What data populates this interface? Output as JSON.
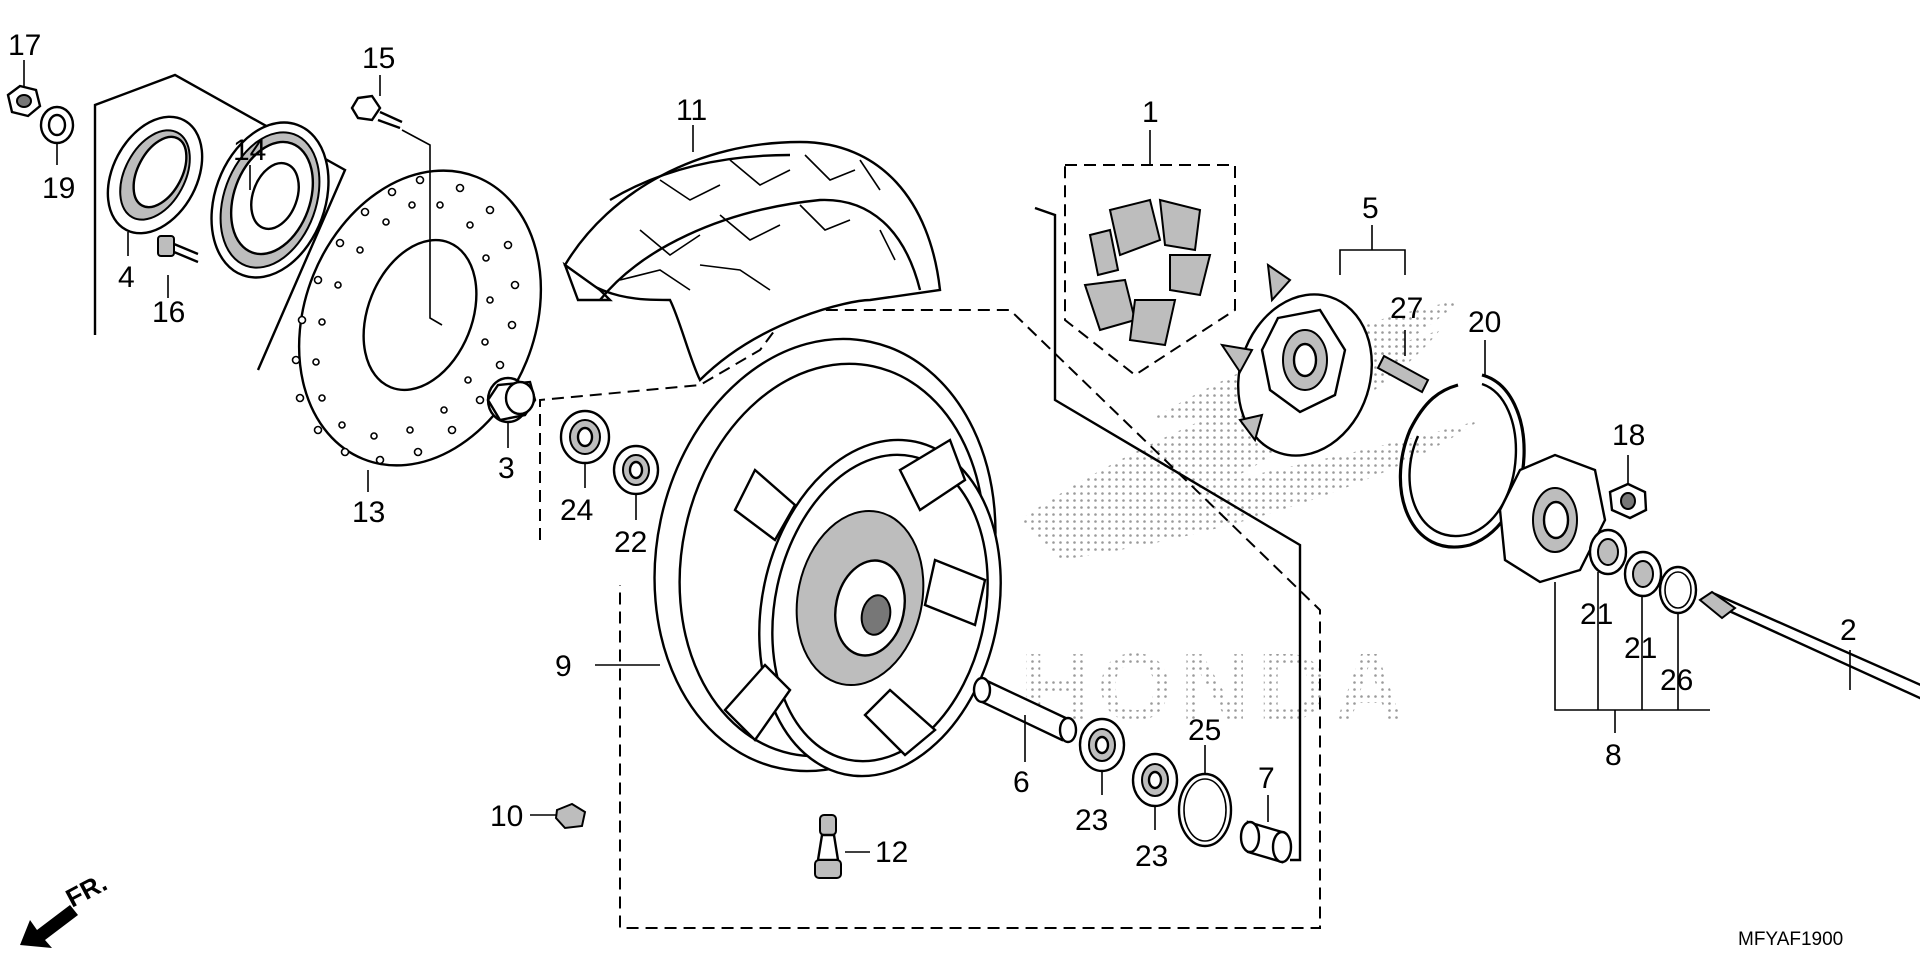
{
  "diagram_code": "MFYAF1900",
  "front_marker": "FR.",
  "watermark": "HONDA",
  "callouts": [
    {
      "id": "c1",
      "text": "1"
    },
    {
      "id": "c2",
      "text": "2"
    },
    {
      "id": "c3",
      "text": "3"
    },
    {
      "id": "c4",
      "text": "4"
    },
    {
      "id": "c5",
      "text": "5"
    },
    {
      "id": "c6",
      "text": "6"
    },
    {
      "id": "c7",
      "text": "7"
    },
    {
      "id": "c8",
      "text": "8"
    },
    {
      "id": "c9",
      "text": "9"
    },
    {
      "id": "c10",
      "text": "10"
    },
    {
      "id": "c11",
      "text": "11"
    },
    {
      "id": "c12",
      "text": "12"
    },
    {
      "id": "c13",
      "text": "13"
    },
    {
      "id": "c14",
      "text": "14"
    },
    {
      "id": "c15",
      "text": "15"
    },
    {
      "id": "c16",
      "text": "16"
    },
    {
      "id": "c17",
      "text": "17"
    },
    {
      "id": "c18",
      "text": "18"
    },
    {
      "id": "c19",
      "text": "19"
    },
    {
      "id": "c20",
      "text": "20"
    },
    {
      "id": "c21a",
      "text": "21"
    },
    {
      "id": "c21b",
      "text": "21"
    },
    {
      "id": "c22",
      "text": "22"
    },
    {
      "id": "c23a",
      "text": "23"
    },
    {
      "id": "c23b",
      "text": "23"
    },
    {
      "id": "c24",
      "text": "24"
    },
    {
      "id": "c25",
      "text": "25"
    },
    {
      "id": "c26",
      "text": "26"
    },
    {
      "id": "c27",
      "text": "27"
    }
  ]
}
